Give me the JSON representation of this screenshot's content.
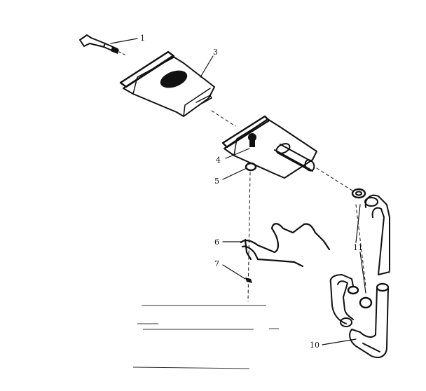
{
  "diagram": {
    "callouts": [
      {
        "id": "c1",
        "label": "1"
      },
      {
        "id": "c3",
        "label": "3"
      },
      {
        "id": "c4",
        "label": "4"
      },
      {
        "id": "c5",
        "label": "5"
      },
      {
        "id": "c6",
        "label": "6"
      },
      {
        "id": "c7",
        "label": "7"
      },
      {
        "id": "c10",
        "label": "10"
      },
      {
        "id": "c11",
        "label": "11"
      }
    ]
  }
}
